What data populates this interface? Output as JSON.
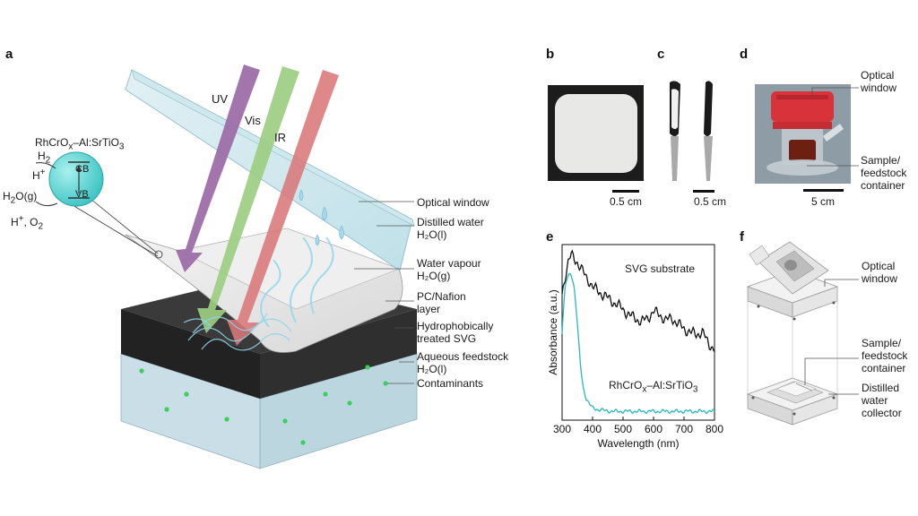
{
  "panels": {
    "a": "a",
    "b": "b",
    "c": "c",
    "d": "d",
    "e": "e",
    "f": "f"
  },
  "panel_a": {
    "rays": {
      "uv": "UV",
      "vis": "Vis",
      "ir": "IR"
    },
    "particle": {
      "material": "RhCrO",
      "material_sub": "x",
      "material_rest": "–Al:SrTiO",
      "material_sub2": "3",
      "h2": "H",
      "h2_sub": "2",
      "hplus": "H",
      "hplus_sup": "+",
      "cb": "CB",
      "vb": "VB",
      "water": "H",
      "water_sub": "2",
      "water_rest": "O(g)",
      "products": "H",
      "products_sup": "+",
      "products_rest": ", O",
      "products_sub": "2"
    },
    "labels": {
      "optical_window": "Optical window",
      "distilled_1": "Distilled water",
      "distilled_2": "H₂O(l)",
      "vapour_1": "Water vapour",
      "vapour_2": "H₂O(g)",
      "pc_1": "PC/Nafion",
      "pc_2": "layer",
      "svg_1": "Hydrophobically",
      "svg_2": "treated SVG",
      "feed_1": "Aqueous feedstock",
      "feed_2": "H₂O(l)",
      "contaminants": "Contaminants"
    }
  },
  "panel_b": {
    "scale": "0.5 cm"
  },
  "panel_c": {
    "scale": "0.5 cm"
  },
  "panel_d": {
    "optical_1": "Optical",
    "optical_2": "window",
    "sample_1": "Sample/",
    "sample_2": "feedstock",
    "sample_3": "container",
    "scale": "5 cm"
  },
  "panel_f": {
    "optical_1": "Optical",
    "optical_2": "window",
    "sample_1": "Sample/",
    "sample_2": "feedstock",
    "sample_3": "container",
    "distilled_1": "Distilled",
    "distilled_2": "water",
    "distilled_3": "collector"
  },
  "colors": {
    "uv": "#9a6aa6",
    "vis": "#9ccd82",
    "ir": "#d9787a",
    "cyan_series": "#2ab8c0",
    "black_series": "#111111",
    "particle": "#5fd6d4",
    "feedstock": "#c5dde6",
    "svg_layer": "#2b2b2b",
    "contaminant": "#39d15a"
  },
  "chart_data": {
    "type": "line",
    "xlabel": "Wavelength (nm)",
    "ylabel": "Absorbance (a.u.)",
    "xlim": [
      300,
      800
    ],
    "xticks": [
      300,
      400,
      500,
      600,
      700,
      800
    ],
    "ylim": [
      0,
      1
    ],
    "grid": false,
    "series": [
      {
        "name": "SVG substrate",
        "color": "#111111",
        "x": [
          300,
          310,
          320,
          330,
          340,
          350,
          360,
          370,
          380,
          390,
          400,
          420,
          440,
          460,
          480,
          500,
          520,
          540,
          560,
          580,
          600,
          620,
          640,
          660,
          680,
          700,
          720,
          740,
          760,
          780,
          800
        ],
        "y": [
          0.72,
          0.82,
          0.9,
          0.94,
          0.92,
          0.9,
          0.87,
          0.84,
          0.81,
          0.79,
          0.76,
          0.73,
          0.71,
          0.68,
          0.66,
          0.63,
          0.6,
          0.58,
          0.56,
          0.58,
          0.62,
          0.6,
          0.57,
          0.58,
          0.55,
          0.52,
          0.5,
          0.49,
          0.5,
          0.44,
          0.4
        ]
      },
      {
        "name": "RhCrOx–Al:SrTiO3",
        "color": "#2ab8c0",
        "x": [
          300,
          305,
          310,
          315,
          320,
          325,
          330,
          335,
          340,
          345,
          350,
          355,
          360,
          365,
          370,
          380,
          390,
          400,
          420,
          440,
          460,
          500,
          550,
          600,
          650,
          700,
          750,
          800
        ],
        "y": [
          0.5,
          0.65,
          0.75,
          0.8,
          0.82,
          0.83,
          0.83,
          0.8,
          0.75,
          0.66,
          0.55,
          0.43,
          0.32,
          0.24,
          0.18,
          0.12,
          0.09,
          0.07,
          0.06,
          0.055,
          0.05,
          0.05,
          0.05,
          0.05,
          0.05,
          0.05,
          0.05,
          0.05
        ]
      }
    ]
  }
}
